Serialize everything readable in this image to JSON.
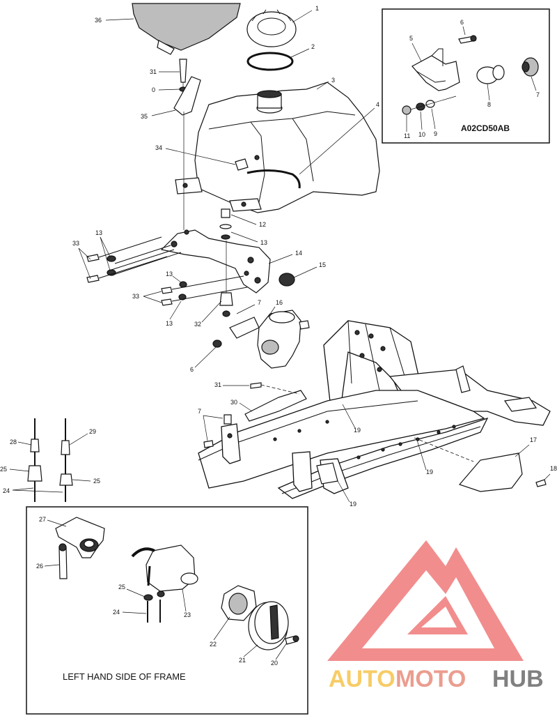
{
  "diagram": {
    "inset_top_code": "A02CD50AB",
    "inset_bottom_caption": "LEFT HAND SIDE OF FRAME",
    "callouts": {
      "c1": "1",
      "c2": "2",
      "c3": "3",
      "c4": "4",
      "c5": "5",
      "c6": "6",
      "c7": "7",
      "c8": "8",
      "c9": "9",
      "c10": "10",
      "c11": "11",
      "c12": "12",
      "c13": "13",
      "c14": "14",
      "c15": "15",
      "c16": "16",
      "c17": "17",
      "c18": "18",
      "c19": "19",
      "c20": "20",
      "c21": "21",
      "c22": "22",
      "c23": "23",
      "c24": "24",
      "c25": "25",
      "c26": "26",
      "c27": "27",
      "c28": "28",
      "c29": "29",
      "c30": "30",
      "c31": "31",
      "c32": "32",
      "c33": "33",
      "c34": "34",
      "c35": "35",
      "c36": "36",
      "c0": "0"
    }
  },
  "watermark": {
    "part1": "AUTO",
    "part2": "MOTO",
    "part3": "HUB",
    "colors": {
      "auto": "#f6c44c",
      "moto": "#e88c7c",
      "hub": "#6b6b6b",
      "triangle": "#f07a7a"
    }
  }
}
